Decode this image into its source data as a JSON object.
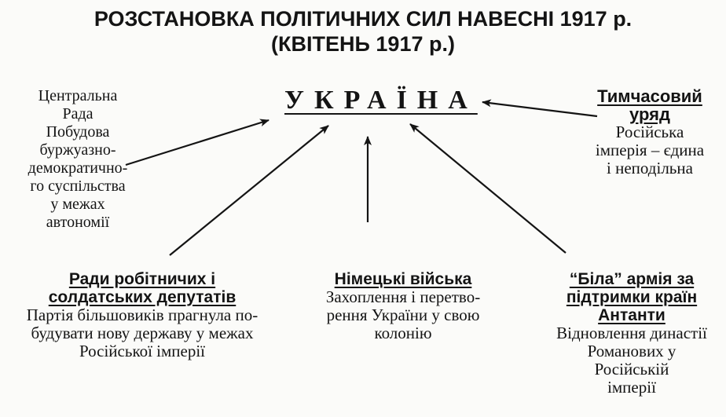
{
  "title": {
    "line1": "РОЗСТАНОВКА ПОЛІТИЧНИХ СИЛ НАВЕСНІ 1917 р.",
    "line2": "(КВІТЕНЬ 1917 р.)"
  },
  "center": {
    "label": "УКРАЇНА"
  },
  "rada": {
    "lines": [
      "Центральна",
      "Рада",
      "Побудова",
      "буржуазно-",
      "демократично-",
      "го суспільства",
      "у межах",
      "автономії"
    ]
  },
  "uryad": {
    "heading_lines": [
      "Тимчасовий",
      "уряд"
    ],
    "lines": [
      "Російська",
      "імперія – єдина",
      "і неподільна"
    ]
  },
  "soviets": {
    "heading_lines": [
      "Ради робітничих і",
      "солдатських депутатів"
    ],
    "lines": [
      "Партія більшовиків прагнула по-",
      "будувати нову державу у межах",
      "Російської імперії"
    ]
  },
  "german": {
    "heading_lines": [
      "Німецькі війська"
    ],
    "lines": [
      "Захоплення і перетво-",
      "рення України у свою",
      "колонію"
    ]
  },
  "white": {
    "heading_lines": [
      "“Біла” армія за",
      "підтримки країн",
      "Антанти"
    ],
    "lines": [
      "Відновлення династії",
      "Романових у",
      "Російській",
      "імперії"
    ]
  },
  "colors": {
    "ink": "#141414",
    "paper": "#fbfbf9"
  }
}
